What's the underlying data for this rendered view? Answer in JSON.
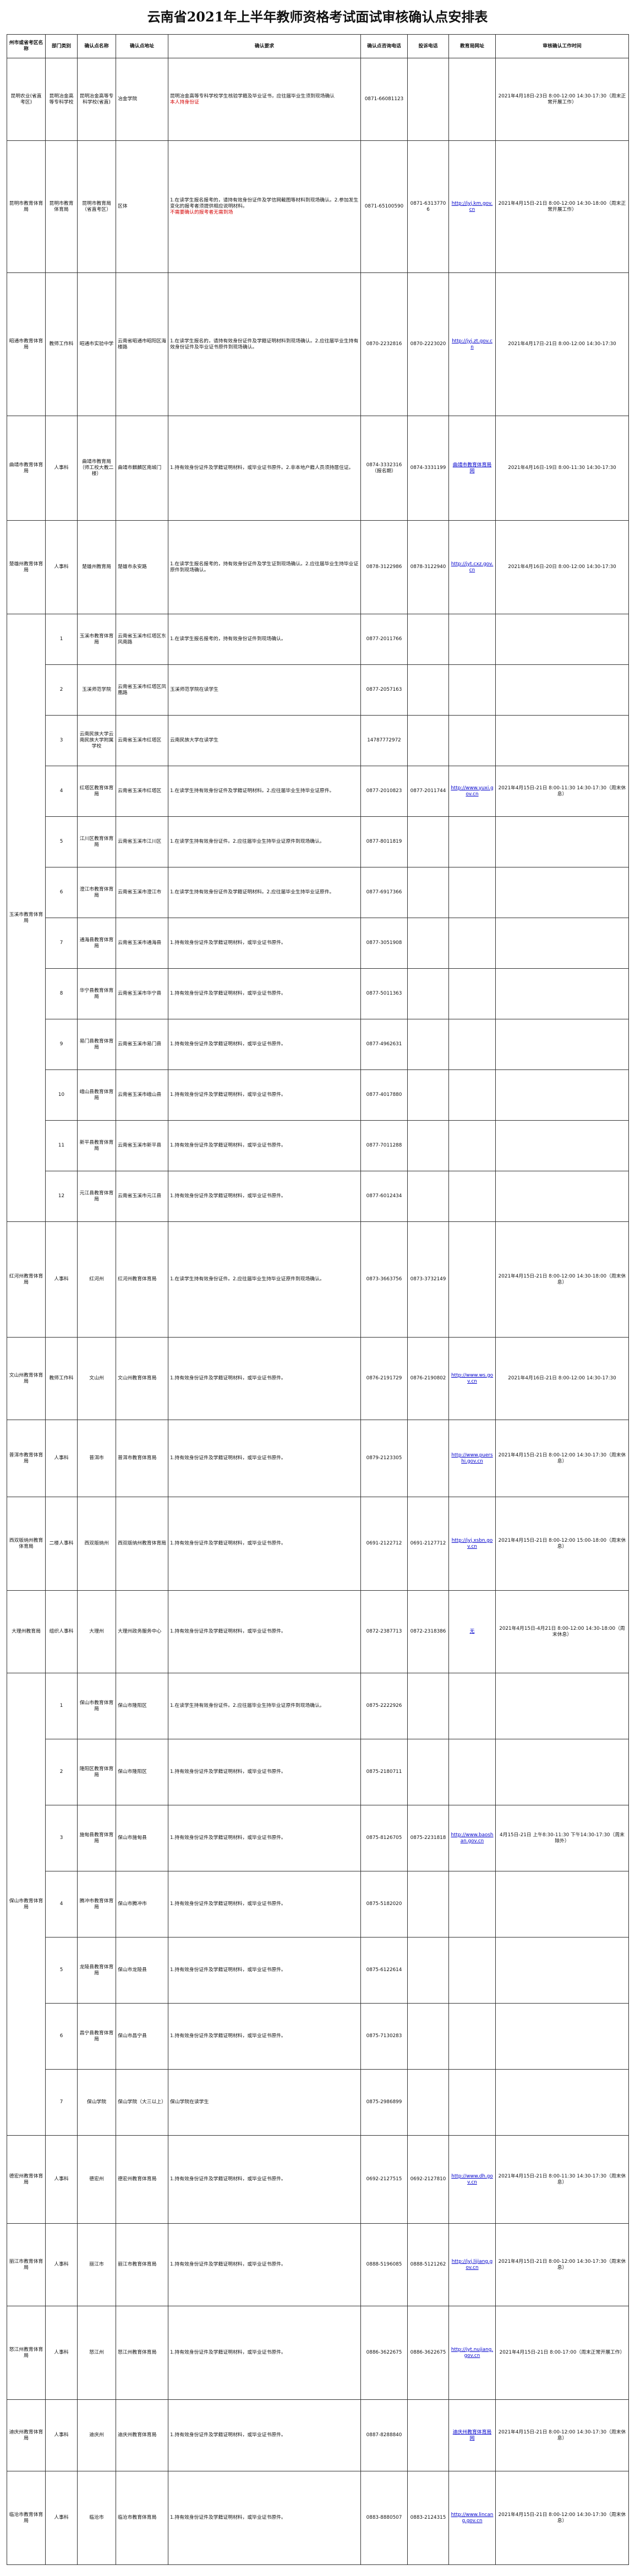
{
  "page_title": "云南省2021年上半年教师资格考试面试审核确认点安排表",
  "headers": [
    "州市或省考区名称",
    "部门类别",
    "确认点名称",
    "确认点地址",
    "确认要求",
    "确认点咨询电话",
    "投诉电话",
    "教育局网址",
    "审核确认工作时间"
  ],
  "regions": [
    {
      "name": "昆明农业(省直考区)",
      "rows": [
        {
          "dept": "昆明冶金高等专科学校",
          "site": "昆明冶金高等专科学校(省直)",
          "addr": "冶金学院",
          "req": "昆明冶金高等专科学校学生核验学籍及毕业证书，应往届毕业生须到现场确认",
          "req_red": "本人持身份证",
          "phone": "0871-66081123",
          "complaint": "",
          "web": "",
          "time": "2021年4月18日-23日 8:00-12:00 14:30-17:30（周末正常开展工作）"
        }
      ]
    },
    {
      "name": "昆明市教育体育局",
      "rows": [
        {
          "dept": "昆明市教育体育局",
          "site": "昆明市教育局（省直考区）",
          "addr": "区体",
          "req": "1.在读学生报名报考的，请持有效身份证件及学信网截图等材料到现场确认。2.参加发生变化的报考者须提供相应说明材料。",
          "req_red": "不需要确认的报考者无需到场",
          "phone": "0871-65100590",
          "complaint": "0871-63137706",
          "web": "http://jyj.km.gov.cn",
          "time": "2021年4月15日-21日 8:00-12:00 14:30-18:00（周末正常开展工作）"
        }
      ]
    },
    {
      "name": "昭通市教育体育局",
      "rows": [
        {
          "dept": "教师工作科",
          "site": "昭通市实验中学",
          "addr": "云南省昭通市昭阳区海楼路",
          "req": "1.在读学生报名的，请持有效身份证件及学籍证明材料到现场确认。2.应往届毕业生持有效身份证件及毕业证书原件到现场确认。",
          "req_red": "",
          "phone": "0870-2232816",
          "complaint": "0870-2223020",
          "web": "http://jyj.zt.gov.cn",
          "time": "2021年4月17日-21日 8:00-12:00 14:30-17:30"
        }
      ]
    },
    {
      "name": "曲靖市教育体育局",
      "rows": [
        {
          "dept": "人事科",
          "site": "曲靖市教育局（师工校大教二楼）",
          "addr": "曲靖市麒麟区南城门",
          "req": "1.持有效身份证件及学籍证明材料，或毕业证书原件。2.非本地户籍人员须持居住证。",
          "req_red": "",
          "phone": "0874-3332316（报名期）",
          "complaint": "0874-3331199",
          "web": "曲靖市教育体育局网",
          "time": "2021年4月16日-19日 8:00-11:30 14:30-17:30"
        }
      ]
    },
    {
      "name": "楚雄州教育体育局",
      "rows": [
        {
          "dept": "人事科",
          "site": "楚雄州教育局",
          "addr": "楚雄市永安路",
          "req": "1.在读学生报名报考的，持有效身份证件及学生证到现场确认。2.应往届毕业生持毕业证原件到现场确认。",
          "req_red": "",
          "phone": "0878-3122986",
          "complaint": "0878-3122940",
          "web": "http://jyt.cxz.gov.cn",
          "time": "2021年4月16日-20日 8:00-12:00 14:30-17:30"
        }
      ]
    },
    {
      "name": "玉溪市教育体育局",
      "rows": [
        {
          "dept": "1",
          "site": "玉溪市教育体育局",
          "addr": "云南省玉溪市红塔区东风南路",
          "req": "1.在读学生报名报考的，持有效身份证件到现场确认。",
          "req_red": "",
          "phone": "0877-2011766",
          "complaint": "",
          "web": "",
          "time": ""
        },
        {
          "dept": "2",
          "site": "玉溪师范学院",
          "addr": "云南省玉溪市红塔区凤凰路",
          "req": "玉溪师范学院在读学生",
          "req_red": "",
          "phone": "0877-2057163",
          "complaint": "",
          "web": "",
          "time": ""
        },
        {
          "dept": "3",
          "site": "云南民族大学云南民族大学附属学校",
          "addr": "云南省玉溪市红塔区",
          "req": "云南民族大学在读学生",
          "req_red": "",
          "phone": "14787772972",
          "complaint": "",
          "web": "",
          "time": ""
        },
        {
          "dept": "4",
          "site": "红塔区教育体育局",
          "addr": "云南省玉溪市红塔区",
          "req": "1.在读学生持有效身份证件及学籍证明材料。2.应往届毕业生持毕业证原件。",
          "req_red": "",
          "phone": "0877-2010823",
          "complaint": "0877-2011744",
          "web": "http://www.yuxi.gov.cn",
          "time": "2021年4月15日-21日 8:00-11:30 14:30-17:30（周末休息）"
        },
        {
          "dept": "5",
          "site": "江川区教育体育局",
          "addr": "云南省玉溪市江川区",
          "req": "1.在读学生持有效身份证件。2.应往届毕业生持毕业证原件到现场确认。",
          "req_red": "",
          "phone": "0877-8011819",
          "complaint": "",
          "web": "",
          "time": ""
        },
        {
          "dept": "6",
          "site": "澄江市教育体育局",
          "addr": "云南省玉溪市澄江市",
          "req": "1.在读学生持有效身份证件及学籍证明材料。2.应往届毕业生持毕业证原件。",
          "req_red": "",
          "phone": "0877-6917366",
          "complaint": "",
          "web": "",
          "time": ""
        },
        {
          "dept": "7",
          "site": "通海县教育体育局",
          "addr": "云南省玉溪市通海县",
          "req": "1.持有效身份证件及学籍证明材料，或毕业证书原件。",
          "req_red": "",
          "phone": "0877-3051908",
          "complaint": "",
          "web": "",
          "time": ""
        },
        {
          "dept": "8",
          "site": "华宁县教育体育局",
          "addr": "云南省玉溪市华宁县",
          "req": "1.持有效身份证件及学籍证明材料，或毕业证书原件。",
          "req_red": "",
          "phone": "0877-5011363",
          "complaint": "",
          "web": "",
          "time": ""
        },
        {
          "dept": "9",
          "site": "易门县教育体育局",
          "addr": "云南省玉溪市易门县",
          "req": "1.持有效身份证件及学籍证明材料，或毕业证书原件。",
          "req_red": "",
          "phone": "0877-4962631",
          "complaint": "",
          "web": "",
          "time": ""
        },
        {
          "dept": "10",
          "site": "峨山县教育体育局",
          "addr": "云南省玉溪市峨山县",
          "req": "1.持有效身份证件及学籍证明材料，或毕业证书原件。",
          "req_red": "",
          "phone": "0877-4017880",
          "complaint": "",
          "web": "",
          "time": ""
        },
        {
          "dept": "11",
          "site": "新平县教育体育局",
          "addr": "云南省玉溪市新平县",
          "req": "1.持有效身份证件及学籍证明材料，或毕业证书原件。",
          "req_red": "",
          "phone": "0877-7011288",
          "complaint": "",
          "web": "",
          "time": ""
        },
        {
          "dept": "12",
          "site": "元江县教育体育局",
          "addr": "云南省玉溪市元江县",
          "req": "1.持有效身份证件及学籍证明材料，或毕业证书原件。",
          "req_red": "",
          "phone": "0877-6012434",
          "complaint": "",
          "web": "",
          "time": ""
        }
      ]
    },
    {
      "name": "红河州教育体育局",
      "rows": [
        {
          "dept": "人事科",
          "site": "红河州",
          "addr": "红河州教育体育局",
          "req": "1.在读学生持有效身份证件。2.应往届毕业生持毕业证原件到现场确认。",
          "req_red": "",
          "phone": "0873-3663756",
          "complaint": "0873-3732149",
          "web": "",
          "time": "2021年4月15日-21日 8:00-12:00 14:30-18:00（周末休息）"
        }
      ]
    },
    {
      "name": "文山州教育体育局",
      "rows": [
        {
          "dept": "教师工作科",
          "site": "文山州",
          "addr": "文山州教育体育局",
          "req": "1.持有效身份证件及学籍证明材料，或毕业证书原件。",
          "req_red": "",
          "phone": "0876-2191729",
          "complaint": "0876-2190802",
          "web": "http://www.ws.gov.cn",
          "time": "2021年4月16日-21日 8:00-12:00 14:30-17:30"
        }
      ]
    },
    {
      "name": "普洱市教育体育局",
      "rows": [
        {
          "dept": "人事科",
          "site": "普洱市",
          "addr": "普洱市教育体育局",
          "req": "1.持有效身份证件及学籍证明材料，或毕业证书原件。",
          "req_red": "",
          "phone": "0879-2123305",
          "complaint": "",
          "web": "http://www.puershi.gov.cn",
          "time": "2021年4月15日-21日 8:00-12:00 14:30-17:30（周末休息）"
        }
      ]
    },
    {
      "name": "西双版纳州教育体育局",
      "rows": [
        {
          "dept": "二楼人事科",
          "site": "西双版纳州",
          "addr": "西双版纳州教育体育局",
          "req": "1.持有效身份证件及学籍证明材料，或毕业证书原件。",
          "req_red": "",
          "phone": "0691-2122712",
          "complaint": "0691-2127712",
          "web": "http://jyj.xsbn.gov.cn",
          "time": "2021年4月15日-21日 8:00-12:00 15:00-18:00（周末休息）"
        }
      ]
    },
    {
      "name": "大理州教育局",
      "rows": [
        {
          "dept": "组织人事科",
          "site": "大理州",
          "addr": "大理州政务服务中心",
          "req": "1.持有效身份证件及学籍证明材料，或毕业证书原件。",
          "req_red": "",
          "phone": "0872-2387713",
          "complaint": "0872-2318386",
          "web": "无",
          "time": "2021年4月15日-4月21日 8:00-12:00 14:30-18:00（周末休息）"
        }
      ]
    },
    {
      "name": "保山市教育体育局",
      "rows": [
        {
          "dept": "1",
          "site": "保山市教育体育局",
          "addr": "保山市隆阳区",
          "req": "1.在读学生持有效身份证件。2.应往届毕业生持毕业证原件到现场确认。",
          "req_red": "",
          "phone": "0875-2222926",
          "complaint": "",
          "web": "",
          "time": ""
        },
        {
          "dept": "2",
          "site": "隆阳区教育体育局",
          "addr": "保山市隆阳区",
          "req": "1.持有效身份证件及学籍证明材料，或毕业证书原件。",
          "req_red": "",
          "phone": "0875-2180711",
          "complaint": "",
          "web": "",
          "time": ""
        },
        {
          "dept": "3",
          "site": "施甸县教育体育局",
          "addr": "保山市施甸县",
          "req": "1.持有效身份证件及学籍证明材料，或毕业证书原件。",
          "req_red": "",
          "phone": "0875-8126705",
          "complaint": "0875-2231818",
          "web": "http://www.baoshan.gov.cn",
          "time": "4月15日-21日 上午8:30-11:30 下午14:30-17:30（周末除外）"
        },
        {
          "dept": "4",
          "site": "腾冲市教育体育局",
          "addr": "保山市腾冲市",
          "req": "1.持有效身份证件及学籍证明材料，或毕业证书原件。",
          "req_red": "",
          "phone": "0875-5182020",
          "complaint": "",
          "web": "",
          "time": ""
        },
        {
          "dept": "5",
          "site": "龙陵县教育体育局",
          "addr": "保山市龙陵县",
          "req": "1.持有效身份证件及学籍证明材料，或毕业证书原件。",
          "req_red": "",
          "phone": "0875-6122614",
          "complaint": "",
          "web": "",
          "time": ""
        },
        {
          "dept": "6",
          "site": "昌宁县教育体育局",
          "addr": "保山市昌宁县",
          "req": "1.持有效身份证件及学籍证明材料，或毕业证书原件。",
          "req_red": "",
          "phone": "0875-7130283",
          "complaint": "",
          "web": "",
          "time": ""
        },
        {
          "dept": "7",
          "site": "保山学院",
          "addr": "保山学院（大三以上）",
          "req": "保山学院在读学生",
          "req_red": "",
          "phone": "0875-2986899",
          "complaint": "",
          "web": "",
          "time": ""
        }
      ]
    },
    {
      "name": "德宏州教育体育局",
      "rows": [
        {
          "dept": "人事科",
          "site": "德宏州",
          "addr": "德宏州教育体育局",
          "req": "1.持有效身份证件及学籍证明材料，或毕业证书原件。",
          "req_red": "",
          "phone": "0692-2127515",
          "complaint": "0692-2127810",
          "web": "http://www.dh.gov.cn",
          "time": "2021年4月15日-21日 8:00-11:30 14:30-17:30（周末休息）"
        }
      ]
    },
    {
      "name": "丽江市教育体育局",
      "rows": [
        {
          "dept": "人事科",
          "site": "丽江市",
          "addr": "丽江市教育体育局",
          "req": "1.持有效身份证件及学籍证明材料，或毕业证书原件。",
          "req_red": "",
          "phone": "0888-5196085",
          "complaint": "0888-5121262",
          "web": "http://jyj.lijiang.gov.cn",
          "time": "2021年4月15日-21日 8:00-12:00 14:30-17:30（周末休息）"
        }
      ]
    },
    {
      "name": "怒江州教育体育局",
      "rows": [
        {
          "dept": "人事科",
          "site": "怒江州",
          "addr": "怒江州教育体育局",
          "req": "1.持有效身份证件及学籍证明材料，或毕业证书原件。",
          "req_red": "",
          "phone": "0886-3622675",
          "complaint": "0886-3622675",
          "web": "http://jyt.nujiang.gov.cn",
          "time": "2021年4月15日-21日 8:00-17:00（周末正常开展工作）"
        }
      ]
    },
    {
      "name": "迪庆州教育体育局",
      "rows": [
        {
          "dept": "人事科",
          "site": "迪庆州",
          "addr": "迪庆州教育体育局",
          "req": "1.持有效身份证件及学籍证明材料，或毕业证书原件。",
          "req_red": "",
          "phone": "0887-8288840",
          "complaint": "",
          "web": "迪庆州教育体育局网",
          "time": "2021年4月15日-21日 8:00-12:00 14:30-17:30（周末休息）"
        }
      ]
    },
    {
      "name": "临沧市教育体育局",
      "rows": [
        {
          "dept": "人事科",
          "site": "临沧市",
          "addr": "临沧市教育体育局",
          "req": "1.持有效身份证件及学籍证明材料，或毕业证书原件。",
          "req_red": "",
          "phone": "0883-8880507",
          "complaint": "0883-2124315",
          "web": "http://www.lincang.gov.cn",
          "time": "2021年4月15日-21日 8:00-12:00 14:30-17:30（周末休息）"
        }
      ]
    }
  ]
}
